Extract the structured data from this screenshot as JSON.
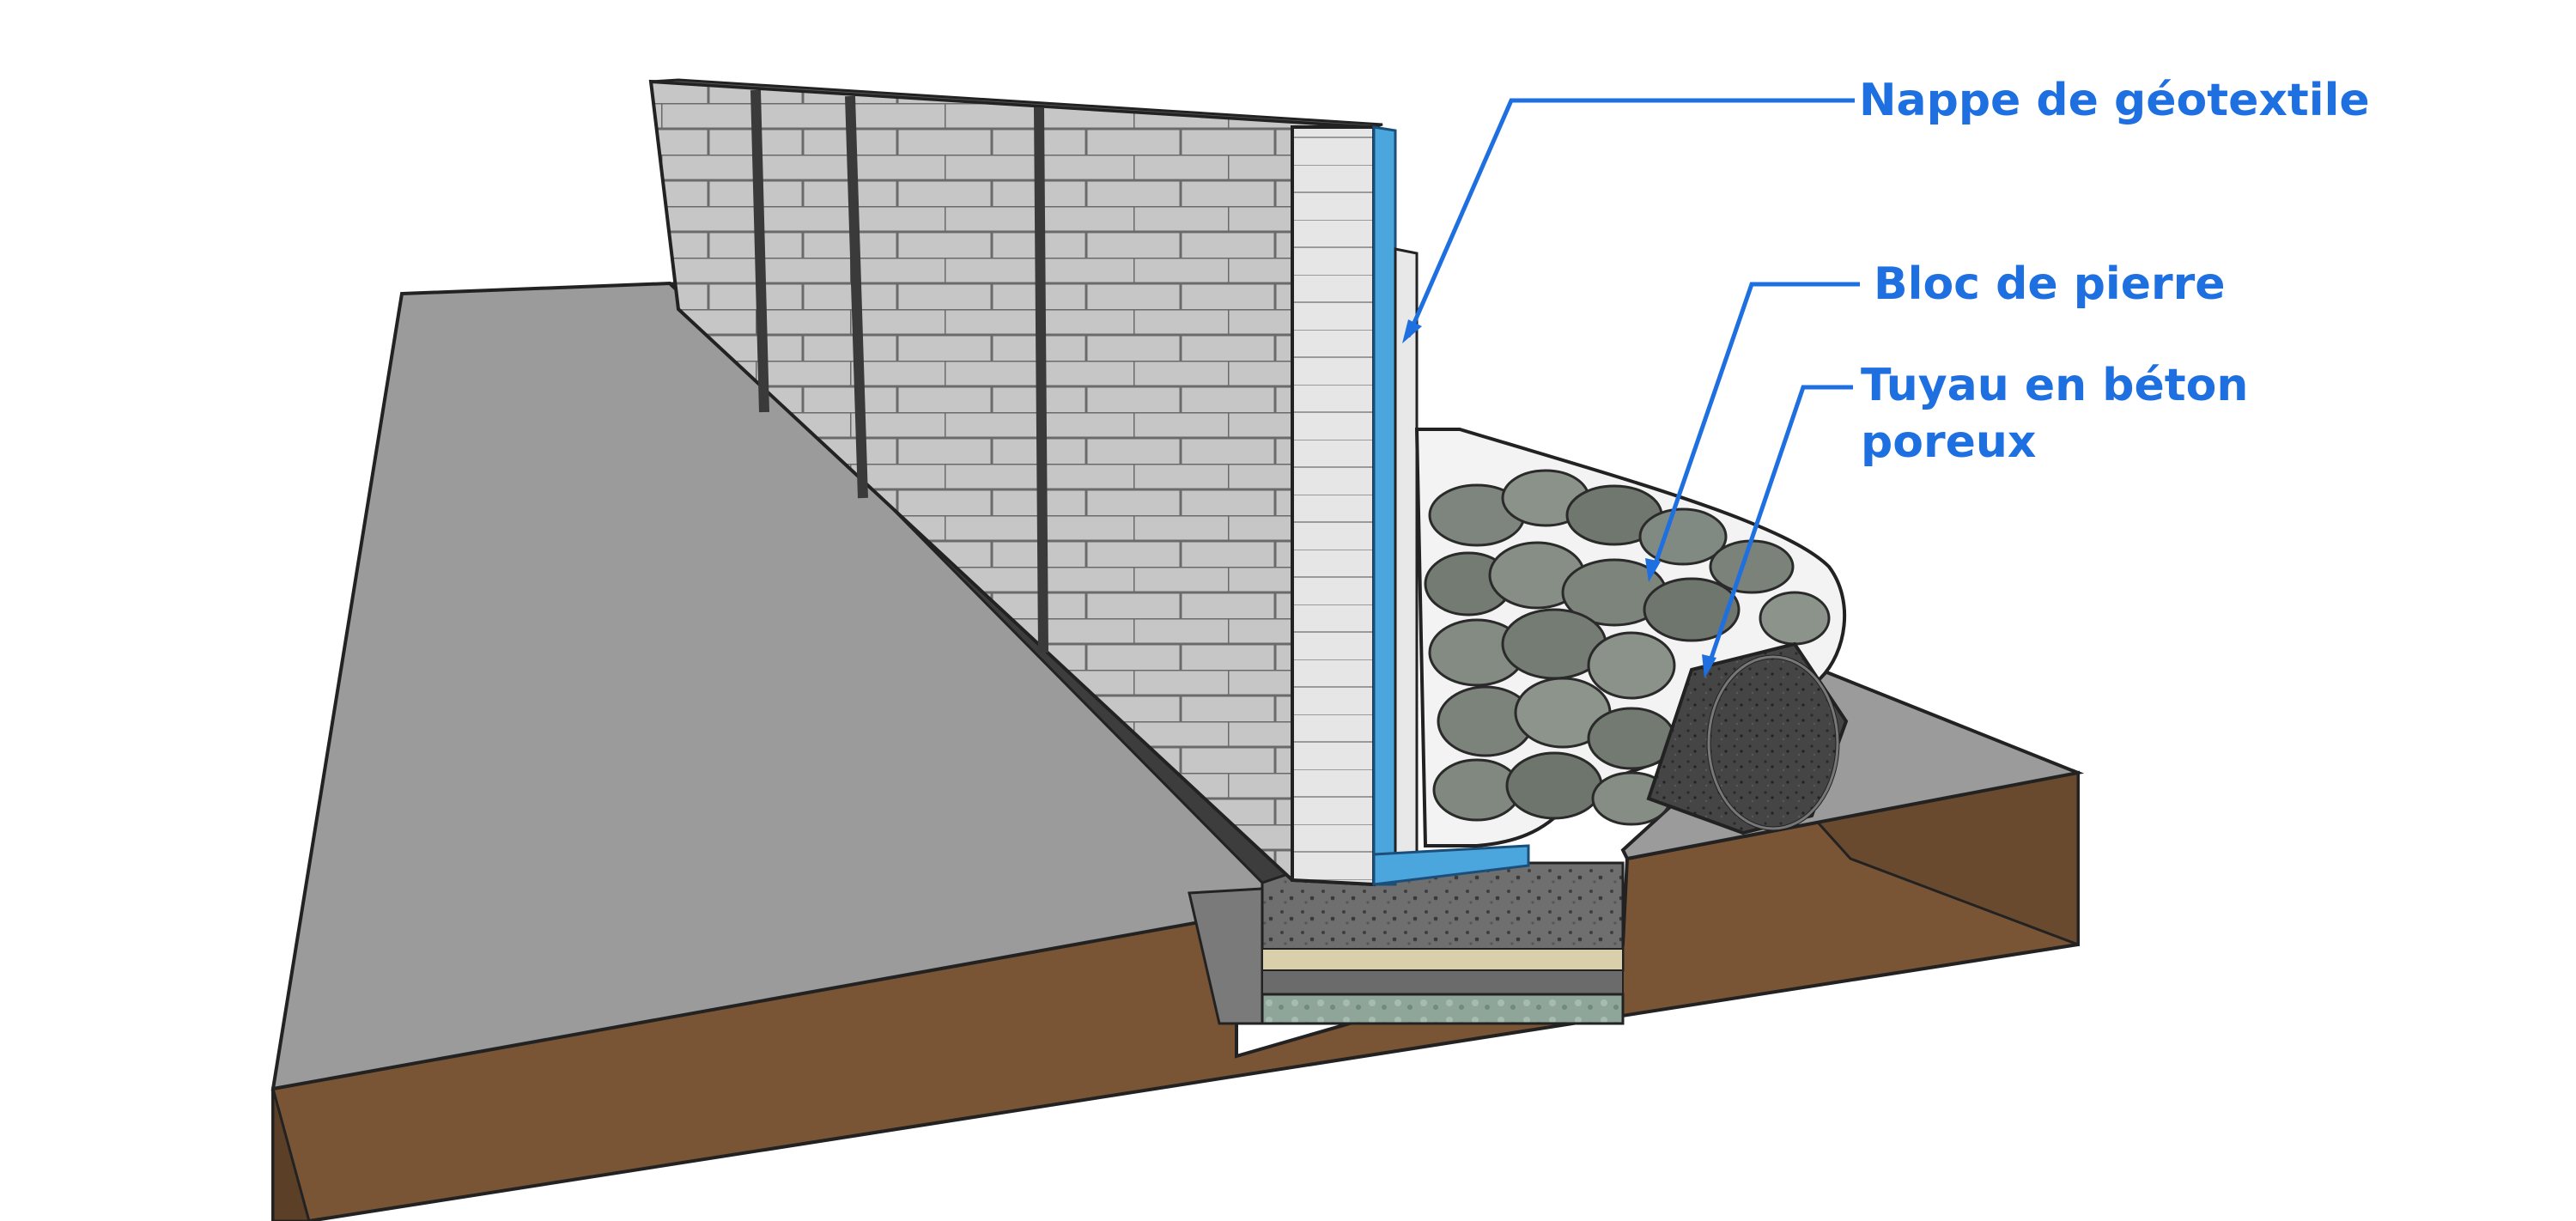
{
  "labels": {
    "geotextile": "Nappe de géotextile",
    "bloc_pierre": "Bloc de pierre",
    "tuyau": "Tuyau en béton poreux"
  },
  "colors": {
    "callout": "#1e6fe0",
    "slab_top": "#9b9b9b",
    "soil": "#7a5535",
    "block_face": "#c8c8c8",
    "block_end": "#e4e4e4",
    "membrane": "#4aa6dd",
    "stone": "#7d857e",
    "pipe": "#4a4a4a",
    "background": "#ffffff"
  }
}
